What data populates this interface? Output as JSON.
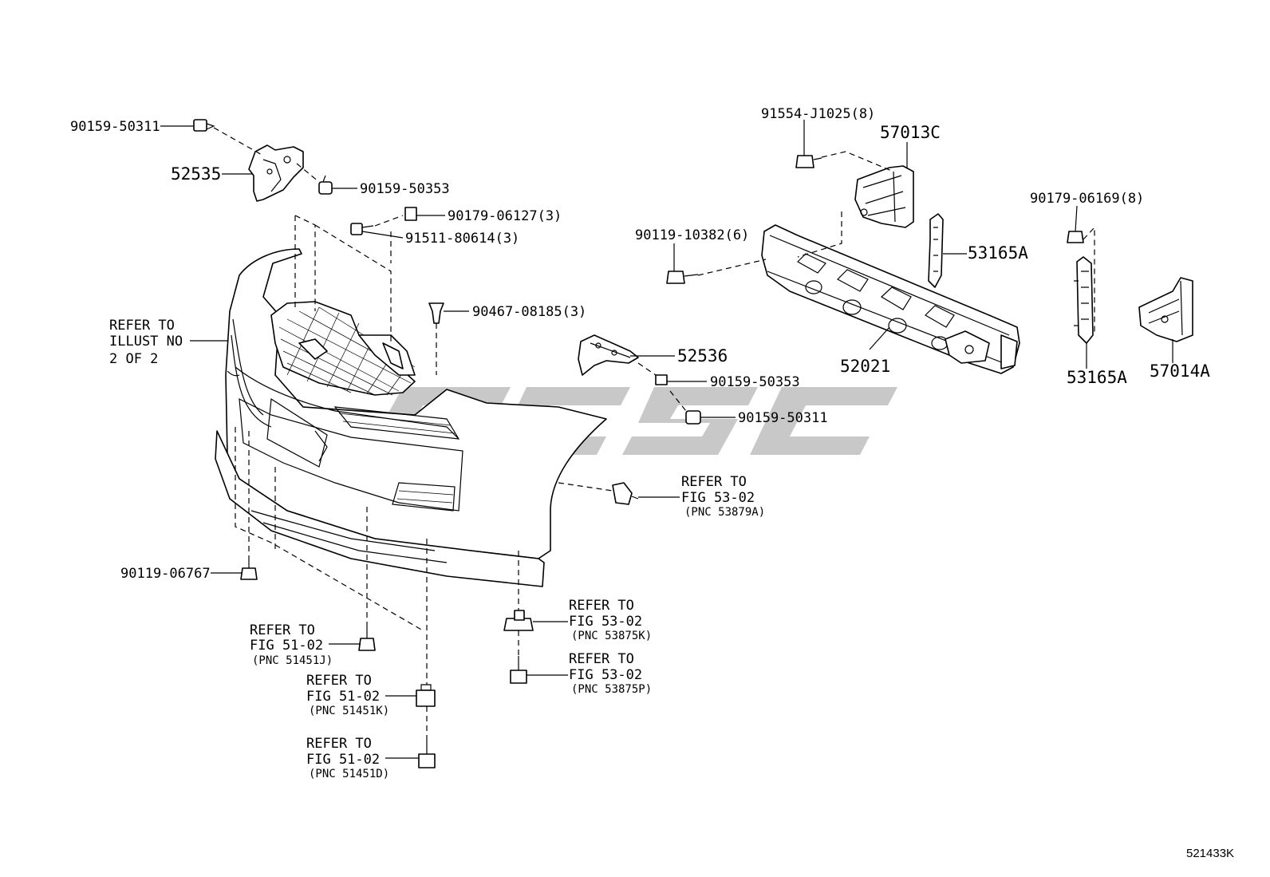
{
  "labels": {
    "l90159_50311_top": "90159-50311",
    "l52535": "52535",
    "l90159_50353_top": "90159-50353",
    "l90179_06127": "90179-06127(3)",
    "l91511_80614": "91511-80614(3)",
    "l90467_08185": "90467-08185(3)",
    "refer_illust": [
      "REFER TO",
      "ILLUST NO",
      "2 OF 2"
    ],
    "l52536": "52536",
    "l90159_50353_mid": "90159-50353",
    "l90159_50311_mid": "90159-50311",
    "refer_5302_a": [
      "REFER TO",
      "FIG 53-02",
      "(PNC 53879A)"
    ],
    "l90119_06767": "90119-06767",
    "refer_5102_j": [
      "REFER TO",
      "FIG 51-02",
      "(PNC 51451J)"
    ],
    "refer_5102_k": [
      "REFER TO",
      "FIG 51-02",
      "(PNC 51451K)"
    ],
    "refer_5102_d": [
      "REFER TO",
      "FIG 51-02",
      "(PNC 51451D)"
    ],
    "refer_5302_k": [
      "REFER TO",
      "FIG 53-02",
      "(PNC 53875K)"
    ],
    "refer_5302_p": [
      "REFER TO",
      "FIG 53-02",
      "(PNC 53875P)"
    ],
    "l91554_j1025": "91554-J1025(8)",
    "l57013c": "57013C",
    "l90119_10382": "90119-10382(6)",
    "l53165a_top": "53165A",
    "l52021": "52021",
    "l90179_06169": "90179-06169(8)",
    "l53165a_bot": "53165A",
    "l57014a": "57014A"
  },
  "illustration_code": "521433K",
  "colors": {
    "line": "#000000",
    "background": "#ffffff",
    "watermark": "#9a9a9a"
  }
}
